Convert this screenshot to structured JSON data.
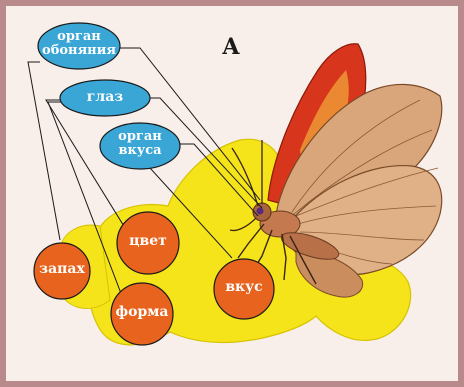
{
  "panel_label": "А",
  "sense_organs": [
    {
      "id": "smell_organ",
      "label": "орган обоняния",
      "fill": "#3aa6d6"
    },
    {
      "id": "eye",
      "label": "глаз",
      "fill": "#3aa6d6"
    },
    {
      "id": "taste_organ",
      "label": "орган вкуса",
      "fill": "#3aa6d6"
    }
  ],
  "perceived": [
    {
      "id": "smell",
      "label": "запах",
      "fill": "#e8641e"
    },
    {
      "id": "color",
      "label": "цвет",
      "fill": "#e8641e"
    },
    {
      "id": "shape",
      "label": "форма",
      "fill": "#e8641e"
    },
    {
      "id": "taste",
      "label": "вкус",
      "fill": "#e8641e"
    }
  ],
  "colors": {
    "frame": "#b98a8c",
    "background": "#f8efea",
    "flower": "#f5e41a",
    "wing_red": "#d8361c",
    "wing_tan": "#d9a57a",
    "line": "#1a1a1a"
  }
}
